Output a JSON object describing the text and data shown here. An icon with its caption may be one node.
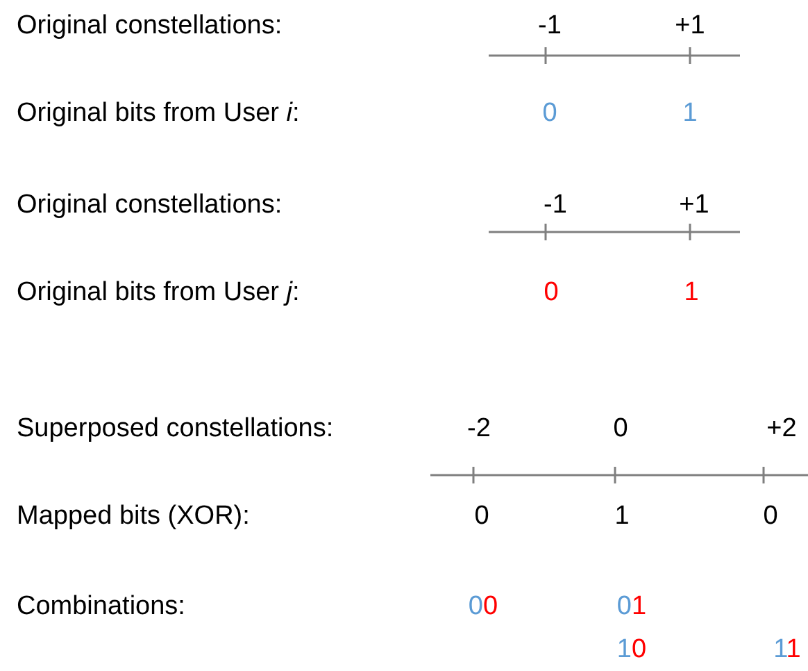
{
  "diagram": {
    "labels": [
      "Original constellations:",
      "-1",
      "+1",
      "Original bits from User *i*:",
      "0",
      "1",
      "Original constellations:",
      "-1",
      "+1",
      "Original bits from User *j*:",
      "0",
      "1",
      "Superposed constellations:",
      "-2",
      "0",
      "+2",
      "Mapped bits (XOR):",
      "0",
      "1",
      "0",
      "Combinations:",
      "00",
      "01",
      "10",
      "11"
    ]
  }
}
